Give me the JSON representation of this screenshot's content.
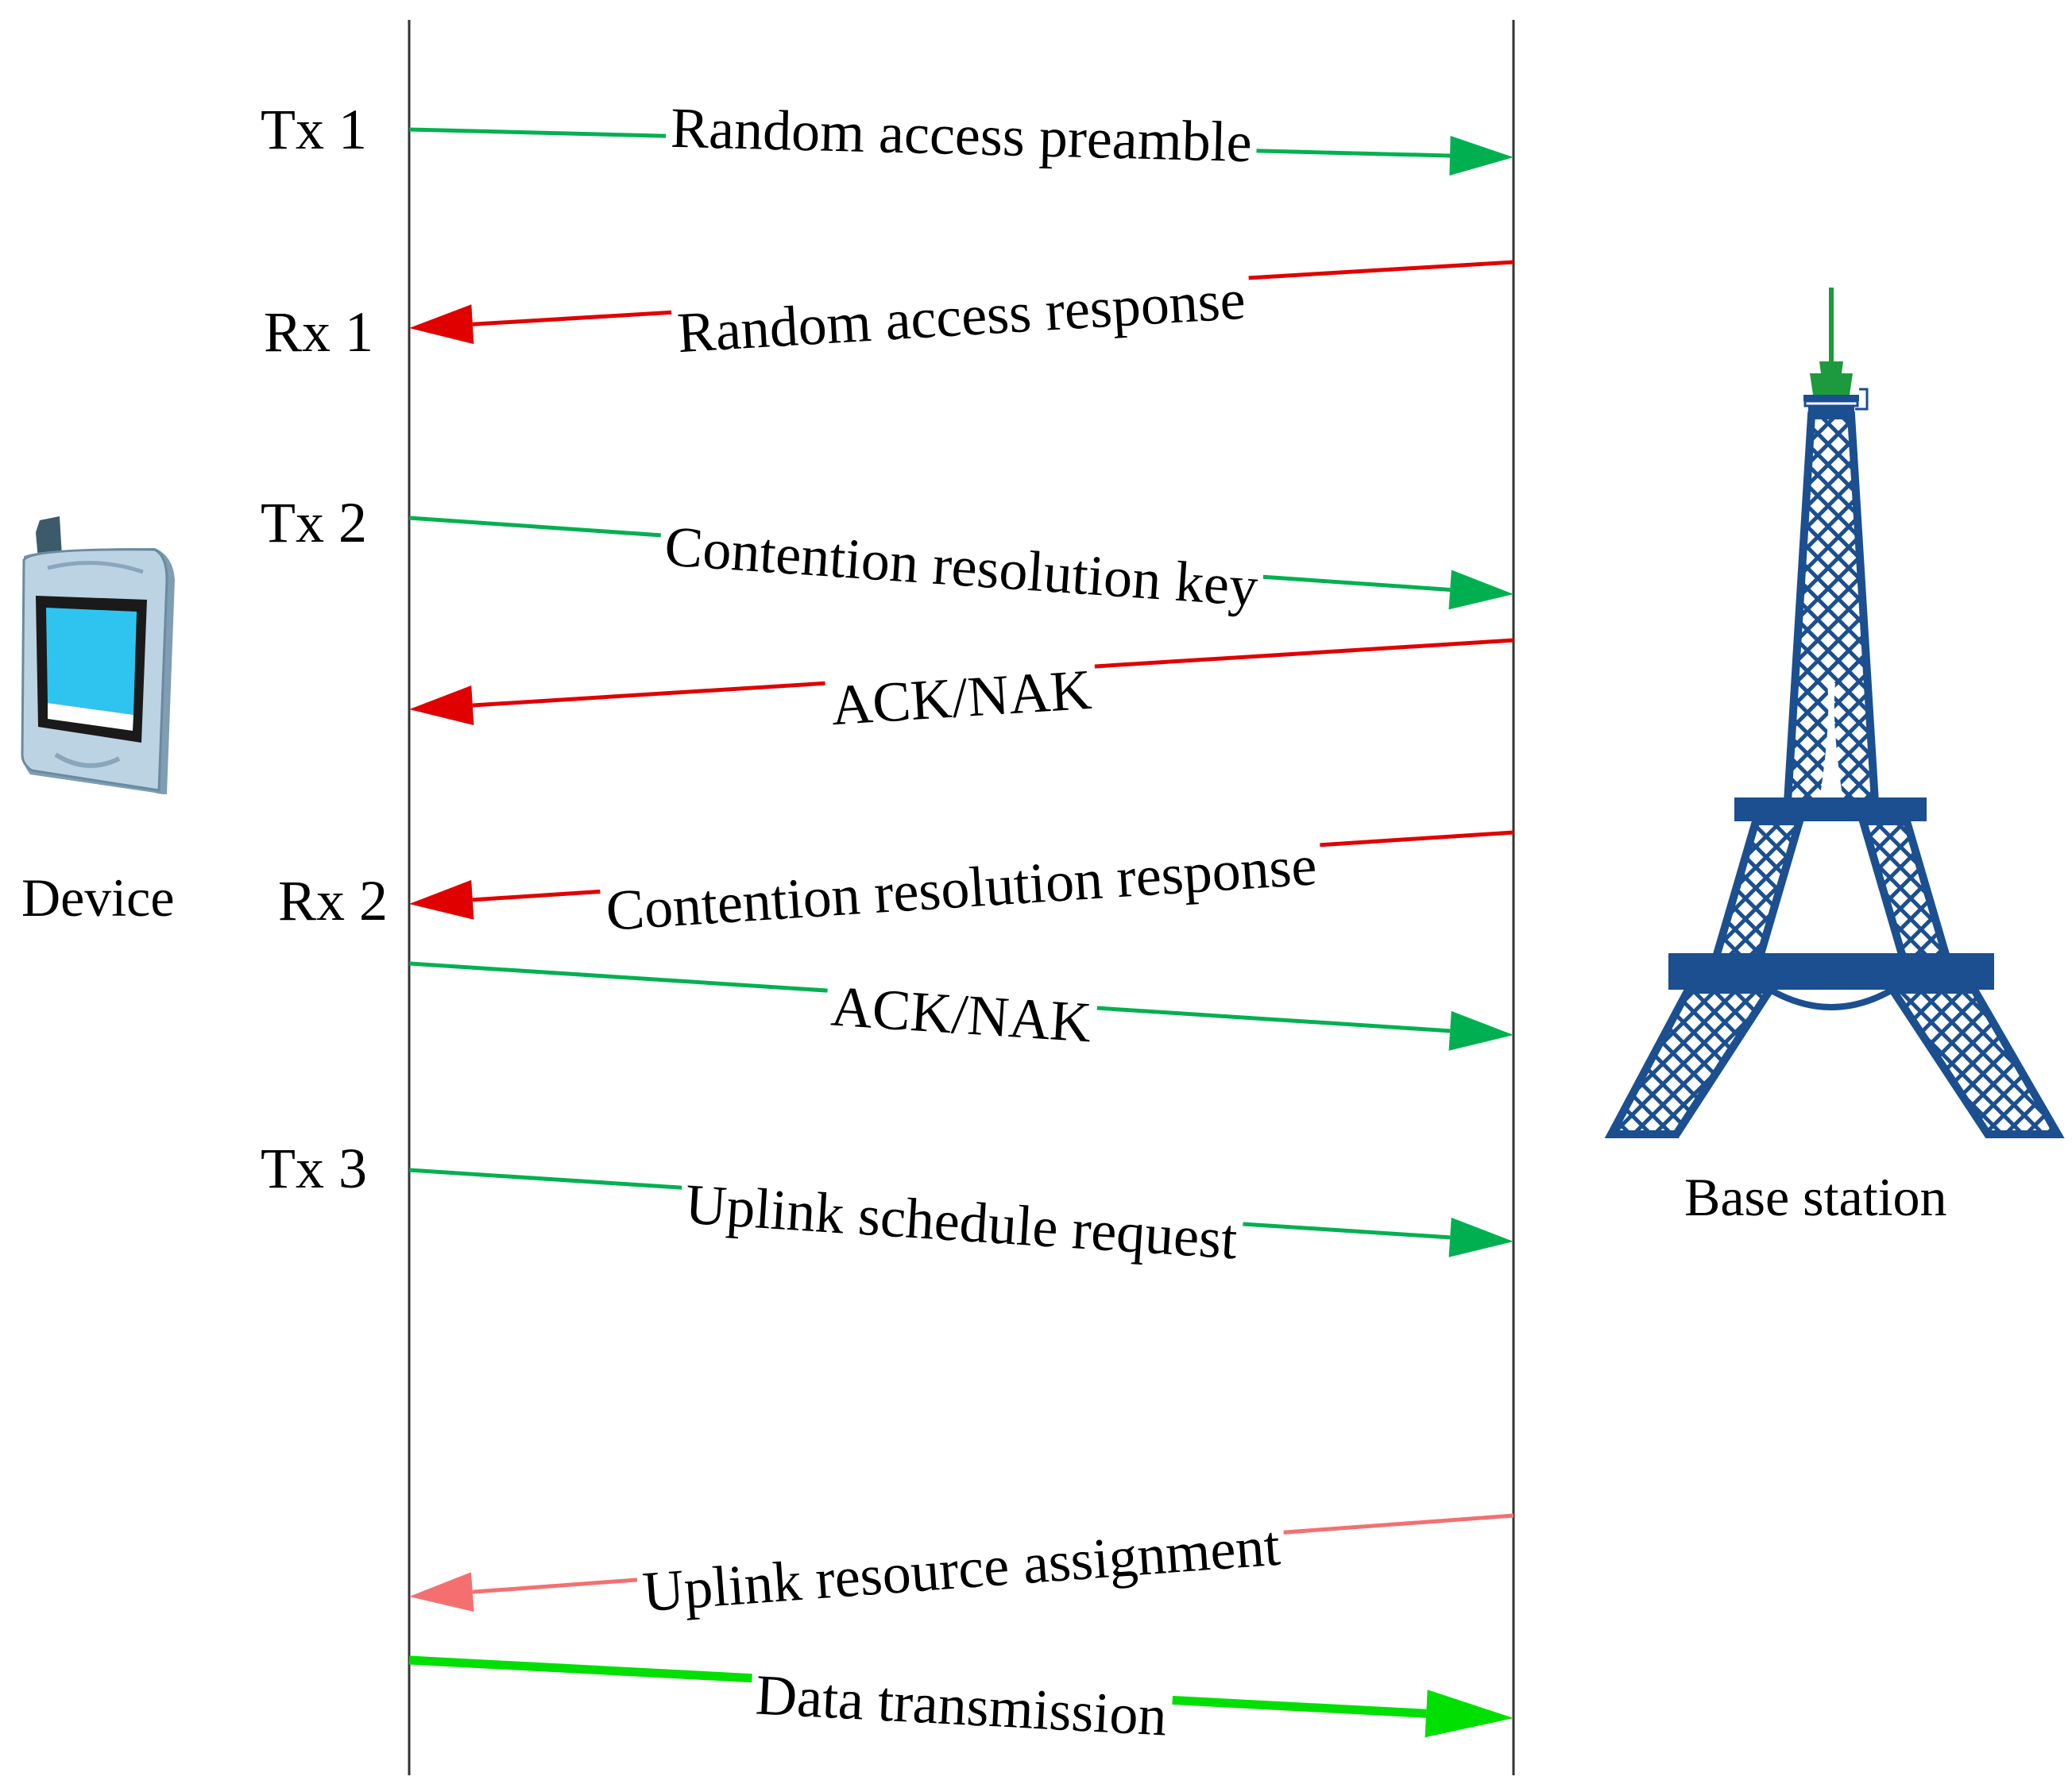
{
  "actors": {
    "device": {
      "label": "Device"
    },
    "base_station": {
      "label": "Base station"
    }
  },
  "step_labels": [
    {
      "text": "Tx 1"
    },
    {
      "text": "Rx 1"
    },
    {
      "text": "Tx 2"
    },
    {
      "text": "Rx 2"
    },
    {
      "text": "Tx 3"
    }
  ],
  "messages": [
    {
      "text": "Random access preamble",
      "direction": "device-to-base",
      "color": "#00b050"
    },
    {
      "text": "Random access response",
      "direction": "base-to-device",
      "color": "#e00000"
    },
    {
      "text": "Contention resolution key",
      "direction": "device-to-base",
      "color": "#00b050"
    },
    {
      "text": "ACK/NAK",
      "direction": "base-to-device",
      "color": "#e00000"
    },
    {
      "text": "Contention resolution response",
      "direction": "base-to-device",
      "color": "#e00000"
    },
    {
      "text": "ACK/NAK",
      "direction": "device-to-base",
      "color": "#00b050"
    },
    {
      "text": "Uplink schedule request",
      "direction": "device-to-base",
      "color": "#00b050"
    },
    {
      "text": "Uplink resource assignment",
      "direction": "base-to-device",
      "color": "#f47070"
    },
    {
      "text": "Data transmission",
      "direction": "device-to-base",
      "color": "#00e000"
    }
  ],
  "icons": {
    "device": "mobile-phone-icon",
    "base_station": "eiffel-tower-antenna-icon"
  },
  "colors": {
    "tower_blue": "#1b4f8f",
    "antenna_green": "#1c9a3c",
    "phone_screen": "#2fc4f0",
    "phone_body": "#bcd3e4"
  }
}
